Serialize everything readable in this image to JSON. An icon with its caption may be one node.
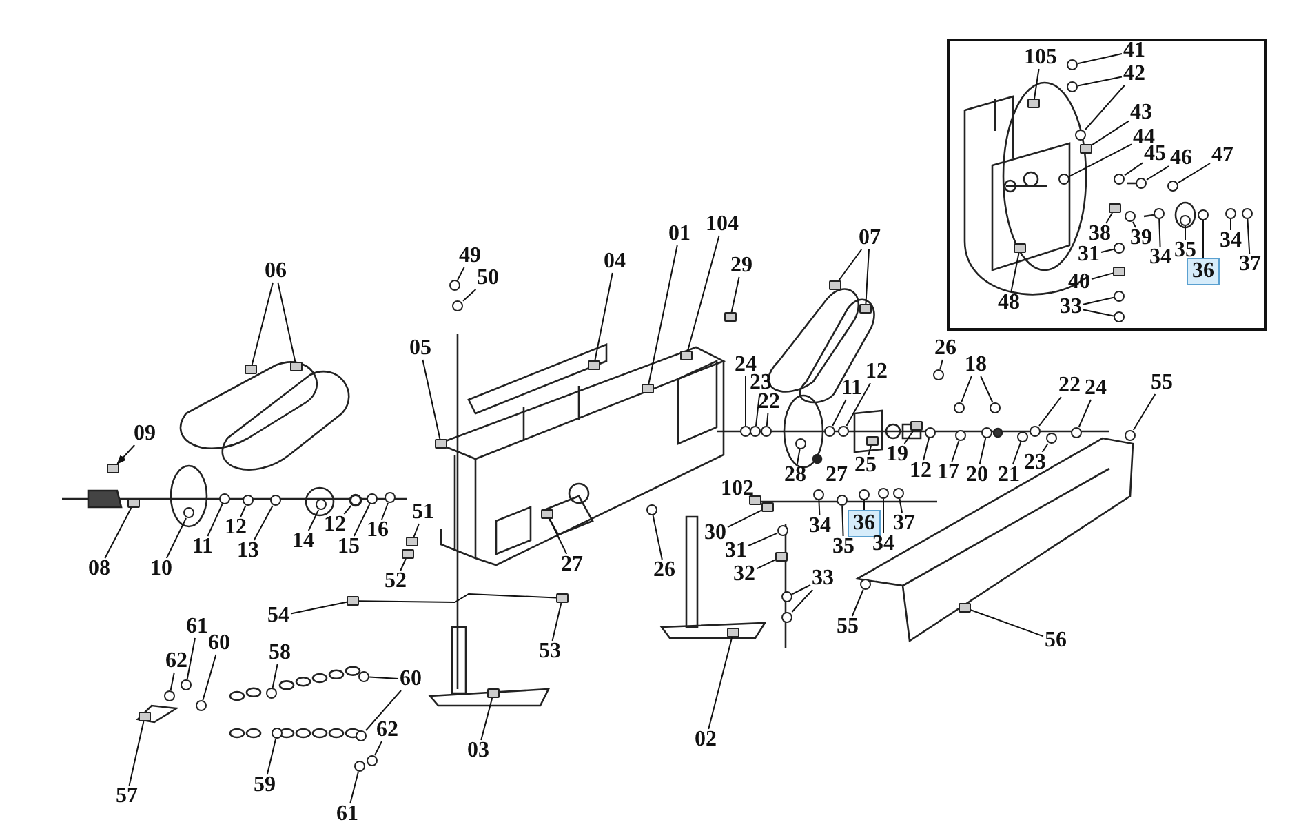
{
  "diagram": {
    "nodes": [
      {
        "text": [
          "06"
        ]
      },
      {
        "text": [
          "49"
        ]
      },
      {
        "text": [
          "50"
        ]
      },
      {
        "text": [
          "04"
        ]
      },
      {
        "text": [
          "01"
        ]
      },
      {
        "text": [
          "104"
        ]
      },
      {
        "text": [
          "29"
        ]
      },
      {
        "text": [
          "07"
        ]
      },
      {
        "text": [
          "05"
        ]
      },
      {
        "text": [
          "26"
        ]
      },
      {
        "text": [
          "24"
        ]
      },
      {
        "text": [
          "23"
        ]
      },
      {
        "text": [
          "22"
        ]
      },
      {
        "text": [
          "18"
        ]
      },
      {
        "text": [
          "11"
        ]
      },
      {
        "text": [
          "12"
        ]
      },
      {
        "text": [
          "22"
        ]
      },
      {
        "text": [
          "24"
        ]
      },
      {
        "text": [
          "55"
        ]
      },
      {
        "text": [
          "09"
        ]
      },
      {
        "text": [
          "08"
        ]
      },
      {
        "text": [
          "10"
        ]
      },
      {
        "text": [
          "11"
        ]
      },
      {
        "text": [
          "12"
        ]
      },
      {
        "text": [
          "13"
        ]
      },
      {
        "text": [
          "14"
        ]
      },
      {
        "text": [
          "12"
        ]
      },
      {
        "text": [
          "15"
        ]
      },
      {
        "text": [
          "16"
        ]
      },
      {
        "text": [
          "51"
        ]
      },
      {
        "text": [
          "25"
        ]
      },
      {
        "text": [
          "19"
        ]
      },
      {
        "text": [
          "12"
        ]
      },
      {
        "text": [
          "17"
        ]
      },
      {
        "text": [
          "20"
        ]
      },
      {
        "text": [
          "21"
        ]
      },
      {
        "text": [
          "23"
        ]
      },
      {
        "text": [
          "28"
        ]
      },
      {
        "text": [
          "102"
        ]
      },
      {
        "text": [
          "30"
        ]
      },
      {
        "text": [
          "31"
        ]
      },
      {
        "text": [
          "32"
        ]
      },
      {
        "text": [
          "33"
        ]
      },
      {
        "text": [
          "34"
        ]
      },
      {
        "text": [
          "36"
        ]
      },
      {
        "text": [
          "37"
        ]
      },
      {
        "text": [
          "35"
        ]
      },
      {
        "text": [
          "34"
        ]
      },
      {
        "text": [
          "26"
        ]
      },
      {
        "text": [
          "52"
        ]
      },
      {
        "text": [
          "27"
        ]
      },
      {
        "text": [
          "54"
        ]
      },
      {
        "text": [
          "53"
        ]
      },
      {
        "text": [
          "55"
        ]
      },
      {
        "text": [
          "56"
        ]
      },
      {
        "text": [
          "61"
        ]
      },
      {
        "text": [
          "60"
        ]
      },
      {
        "text": [
          "62"
        ]
      },
      {
        "text": [
          "58"
        ]
      },
      {
        "text": [
          "60"
        ]
      },
      {
        "text": [
          "62"
        ]
      },
      {
        "text": [
          "03"
        ]
      },
      {
        "text": [
          "02"
        ]
      },
      {
        "text": [
          "59"
        ]
      },
      {
        "text": [
          "57"
        ]
      },
      {
        "text": [
          "61"
        ]
      },
      {
        "text": [],
        "shape": "box"
      },
      {
        "text": [
          "105"
        ],
        "in": 66
      },
      {
        "text": [
          "41"
        ],
        "in": 66
      },
      {
        "text": [
          "42"
        ],
        "in": 66
      },
      {
        "text": [
          "43"
        ],
        "in": 66
      },
      {
        "text": [
          "44"
        ],
        "in": 66
      },
      {
        "text": [
          "45"
        ],
        "in": 66
      },
      {
        "text": [
          "46"
        ],
        "in": 66
      },
      {
        "text": [
          "47"
        ],
        "in": 66
      },
      {
        "text": [
          "38"
        ],
        "in": 66
      },
      {
        "text": [
          "39"
        ],
        "in": 66
      },
      {
        "text": [
          "31"
        ],
        "in": 66
      },
      {
        "text": [
          "34"
        ],
        "in": 66
      },
      {
        "text": [
          "35"
        ],
        "in": 66
      },
      {
        "text": [
          "36"
        ],
        "in": 66
      },
      {
        "text": [
          "34"
        ],
        "in": 66
      },
      {
        "text": [
          "37"
        ],
        "in": 66
      },
      {
        "text": [
          "40"
        ],
        "in": 66
      },
      {
        "text": [
          "33"
        ],
        "in": 66
      },
      {
        "text": [
          "48"
        ],
        "in": 66
      },
      {
        "text": [],
        "shape": "box"
      },
      {
        "text": [],
        "shape": "box"
      },
      {
        "text": [],
        "shape": "circle"
      },
      {
        "text": [],
        "shape": "circle"
      },
      {
        "text": [],
        "shape": "box"
      },
      {
        "text": [],
        "shape": "box"
      },
      {
        "text": [],
        "shape": "box"
      },
      {
        "text": [],
        "shape": "box"
      },
      {
        "text": [],
        "shape": "box"
      },
      {
        "text": [],
        "shape": "box"
      },
      {
        "text": [],
        "shape": "box"
      },
      {
        "text": [],
        "shape": "circle"
      },
      {
        "text": [],
        "shape": "circle"
      },
      {
        "text": [],
        "shape": "circle"
      },
      {
        "text": [],
        "shape": "circle"
      },
      {
        "text": [],
        "shape": "circle"
      },
      {
        "text": [],
        "shape": "circle"
      },
      {
        "text": [],
        "shape": "circle"
      },
      {
        "text": [],
        "shape": "circle"
      },
      {
        "text": [],
        "shape": "circle"
      },
      {
        "text": [],
        "shape": "circle"
      },
      {
        "text": [],
        "shape": "circle"
      },
      {
        "text": [],
        "shape": "box"
      },
      {
        "text": [],
        "shape": "box"
      },
      {
        "text": [],
        "shape": "circle"
      },
      {
        "text": [],
        "shape": "circle"
      },
      {
        "text": [],
        "shape": "circle"
      },
      {
        "text": [],
        "shape": "circle"
      },
      {
        "text": [],
        "shape": "circle"
      },
      {
        "text": [],
        "shape": "circle"
      },
      {
        "text": [],
        "shape": "circle"
      },
      {
        "text": [],
        "shape": "circle"
      },
      {
        "text": [],
        "shape": "box"
      },
      {
        "text": [],
        "shape": "box"
      },
      {
        "text": [],
        "shape": "box"
      },
      {
        "text": [],
        "shape": "circle"
      },
      {
        "text": [],
        "shape": "circle"
      },
      {
        "text": [],
        "shape": "circle"
      },
      {
        "text": [],
        "shape": "circle"
      },
      {
        "text": [],
        "shape": "circle"
      },
      {
        "text": [],
        "shape": "circle"
      },
      {
        "text": [],
        "shape": "box"
      },
      {
        "text": [],
        "shape": "box"
      },
      {
        "text": [],
        "shape": "circle"
      },
      {
        "text": [],
        "shape": "box"
      },
      {
        "text": [],
        "shape": "circle"
      },
      {
        "text": [],
        "shape": "circle"
      },
      {
        "text": [],
        "shape": "circle"
      },
      {
        "text": [],
        "shape": "circle"
      },
      {
        "text": [],
        "shape": "circle"
      },
      {
        "text": [],
        "shape": "circle"
      },
      {
        "text": [],
        "shape": "circle"
      },
      {
        "text": [],
        "shape": "circle"
      },
      {
        "text": [],
        "shape": "box"
      },
      {
        "text": [],
        "shape": "box"
      },
      {
        "text": [],
        "shape": "box"
      },
      {
        "text": [],
        "shape": "box"
      },
      {
        "text": [],
        "shape": "circle"
      },
      {
        "text": [],
        "shape": "box"
      },
      {
        "text": [],
        "shape": "circle"
      },
      {
        "text": [],
        "shape": "circle"
      },
      {
        "text": [],
        "shape": "circle"
      },
      {
        "text": [],
        "shape": "circle"
      },
      {
        "text": [],
        "shape": "circle"
      },
      {
        "text": [],
        "shape": "circle"
      },
      {
        "text": [],
        "shape": "circle"
      },
      {
        "text": [],
        "shape": "box"
      },
      {
        "text": [],
        "shape": "box"
      },
      {
        "text": [],
        "shape": "circle"
      },
      {
        "text": [],
        "shape": "box"
      },
      {
        "text": [],
        "shape": "circle"
      },
      {
        "text": [],
        "shape": "box",
        "in": 66
      },
      {
        "text": [],
        "shape": "circle",
        "in": 66
      },
      {
        "text": [],
        "shape": "circle",
        "in": 66
      },
      {
        "text": [],
        "shape": "circle",
        "in": 66
      },
      {
        "text": [],
        "shape": "box",
        "in": 66
      },
      {
        "text": [],
        "shape": "circle",
        "in": 66
      },
      {
        "text": [],
        "shape": "circle",
        "in": 66
      },
      {
        "text": [],
        "shape": "circle",
        "in": 66
      },
      {
        "text": [],
        "shape": "circle",
        "in": 66
      },
      {
        "text": [],
        "shape": "box",
        "in": 66
      },
      {
        "text": [],
        "shape": "circle",
        "in": 66
      },
      {
        "text": [],
        "shape": "circle",
        "in": 66
      },
      {
        "text": [],
        "shape": "circle",
        "in": 66
      },
      {
        "text": [],
        "shape": "circle",
        "in": 66
      },
      {
        "text": [],
        "shape": "circle",
        "in": 66
      },
      {
        "text": [],
        "shape": "circle",
        "in": 66
      },
      {
        "text": [],
        "shape": "circle",
        "in": 66
      },
      {
        "text": [],
        "shape": "box",
        "in": 66
      },
      {
        "text": [],
        "shape": "circle",
        "in": 66
      },
      {
        "text": [],
        "shape": "circle",
        "in": 66
      },
      {
        "text": [],
        "shape": "box",
        "in": 66
      }
    ],
    "edges": [
      {
        "from": 0,
        "to": 86,
        "arrow": "none"
      },
      {
        "from": 0,
        "to": 87,
        "arrow": "none"
      },
      {
        "from": 1,
        "to": 88,
        "arrow": "none"
      },
      {
        "from": 2,
        "to": 89,
        "arrow": "none"
      },
      {
        "from": 3,
        "to": 90,
        "arrow": "none"
      },
      {
        "from": 4,
        "to": 91,
        "arrow": "none"
      },
      {
        "from": 5,
        "to": 92,
        "arrow": "none"
      },
      {
        "from": 6,
        "to": 93,
        "arrow": "none"
      },
      {
        "from": 7,
        "to": 94,
        "arrow": "none"
      },
      {
        "from": 7,
        "to": 95,
        "arrow": "none"
      },
      {
        "from": 8,
        "to": 96,
        "arrow": "none"
      },
      {
        "from": 9,
        "to": 97,
        "arrow": "none"
      },
      {
        "from": 10,
        "to": 98,
        "arrow": "none"
      },
      {
        "from": 11,
        "to": 99,
        "arrow": "none"
      },
      {
        "from": 12,
        "to": 100,
        "arrow": "none"
      },
      {
        "from": 13,
        "to": 101,
        "arrow": "none"
      },
      {
        "from": 13,
        "to": 102,
        "arrow": "none"
      },
      {
        "from": 14,
        "to": 103,
        "arrow": "none"
      },
      {
        "from": 15,
        "to": 104,
        "arrow": "none"
      },
      {
        "from": 16,
        "to": 105,
        "arrow": "none"
      },
      {
        "from": 17,
        "to": 106,
        "arrow": "none"
      },
      {
        "from": 18,
        "to": 107,
        "arrow": "none"
      },
      {
        "from": 19,
        "to": 108,
        "arrow": "to"
      },
      {
        "from": 20,
        "to": 109,
        "arrow": "none"
      },
      {
        "from": 21,
        "to": 110,
        "arrow": "none"
      },
      {
        "from": 22,
        "to": 111,
        "arrow": "none"
      },
      {
        "from": 23,
        "to": 112,
        "arrow": "none"
      },
      {
        "from": 24,
        "to": 113,
        "arrow": "none"
      },
      {
        "from": 25,
        "to": 114,
        "arrow": "none"
      },
      {
        "from": 26,
        "to": 115,
        "arrow": "none"
      },
      {
        "from": 27,
        "to": 116,
        "arrow": "none"
      },
      {
        "from": 28,
        "to": 117,
        "arrow": "none"
      },
      {
        "from": 29,
        "to": 118,
        "arrow": "none"
      },
      {
        "from": 30,
        "to": 119,
        "arrow": "none"
      },
      {
        "from": 31,
        "to": 120,
        "arrow": "none"
      },
      {
        "from": 32,
        "to": 121,
        "arrow": "none"
      },
      {
        "from": 33,
        "to": 122,
        "arrow": "none"
      },
      {
        "from": 34,
        "to": 123,
        "arrow": "none"
      },
      {
        "from": 35,
        "to": 124,
        "arrow": "none"
      },
      {
        "from": 36,
        "to": 125,
        "arrow": "none"
      },
      {
        "from": 37,
        "to": 126,
        "arrow": "none"
      },
      {
        "from": 38,
        "to": 127,
        "arrow": "none"
      },
      {
        "from": 39,
        "to": 128,
        "arrow": "none"
      },
      {
        "from": 40,
        "to": 129,
        "arrow": "none"
      },
      {
        "from": 41,
        "to": 130,
        "arrow": "none"
      },
      {
        "from": 42,
        "to": 131,
        "arrow": "none"
      },
      {
        "from": 42,
        "to": 132,
        "arrow": "none"
      },
      {
        "from": 43,
        "to": 133,
        "arrow": "none"
      },
      {
        "from": 44,
        "to": 134,
        "arrow": "none"
      },
      {
        "from": 45,
        "to": 135,
        "arrow": "none"
      },
      {
        "from": 46,
        "to": 136,
        "arrow": "none"
      },
      {
        "from": 47,
        "to": 137,
        "arrow": "none"
      },
      {
        "from": 48,
        "to": 138,
        "arrow": "none"
      },
      {
        "from": 49,
        "to": 139,
        "arrow": "none"
      },
      {
        "from": 50,
        "to": 140,
        "arrow": "none"
      },
      {
        "from": 51,
        "to": 141,
        "arrow": "none"
      },
      {
        "from": 52,
        "to": 142,
        "arrow": "none"
      },
      {
        "from": 53,
        "to": 143,
        "arrow": "none"
      },
      {
        "from": 54,
        "to": 144,
        "arrow": "none"
      },
      {
        "from": 55,
        "to": 145,
        "arrow": "none"
      },
      {
        "from": 56,
        "to": 146,
        "arrow": "none"
      },
      {
        "from": 57,
        "to": 147,
        "arrow": "none"
      },
      {
        "from": 58,
        "to": 148,
        "arrow": "none"
      },
      {
        "from": 59,
        "to": 149,
        "arrow": "none"
      },
      {
        "from": 59,
        "to": 150,
        "arrow": "none"
      },
      {
        "from": 60,
        "to": 151,
        "arrow": "none"
      },
      {
        "from": 61,
        "to": 152,
        "arrow": "none"
      },
      {
        "from": 62,
        "to": 153,
        "arrow": "none"
      },
      {
        "from": 63,
        "to": 154,
        "arrow": "none"
      },
      {
        "from": 64,
        "to": 155,
        "arrow": "none"
      },
      {
        "from": 65,
        "to": 156,
        "arrow": "none"
      },
      {
        "from": 67,
        "to": 157,
        "arrow": "none"
      },
      {
        "from": 68,
        "to": 158,
        "arrow": "none"
      },
      {
        "from": 69,
        "to": 159,
        "arrow": "none"
      },
      {
        "from": 69,
        "to": 160,
        "arrow": "none"
      },
      {
        "from": 70,
        "to": 161,
        "arrow": "none"
      },
      {
        "from": 71,
        "to": 162,
        "arrow": "none"
      },
      {
        "from": 72,
        "to": 163,
        "arrow": "none"
      },
      {
        "from": 73,
        "to": 164,
        "arrow": "none"
      },
      {
        "from": 74,
        "to": 165,
        "arrow": "none"
      },
      {
        "from": 75,
        "to": 166,
        "arrow": "none"
      },
      {
        "from": 76,
        "to": 167,
        "arrow": "none"
      },
      {
        "from": 77,
        "to": 168,
        "arrow": "none"
      },
      {
        "from": 78,
        "to": 169,
        "arrow": "none"
      },
      {
        "from": 79,
        "to": 170,
        "arrow": "none"
      },
      {
        "from": 80,
        "to": 171,
        "arrow": "none"
      },
      {
        "from": 81,
        "to": 172,
        "arrow": "none"
      },
      {
        "from": 82,
        "to": 173,
        "arrow": "none"
      },
      {
        "from": 83,
        "to": 174,
        "arrow": "none"
      },
      {
        "from": 84,
        "to": 175,
        "arrow": "none"
      },
      {
        "from": 84,
        "to": 176,
        "arrow": "none"
      },
      {
        "from": 85,
        "to": 177,
        "arrow": "none"
      },
      {
        "from": 141,
        "to": 142,
        "arrow": "none"
      }
    ],
    "labels": [
      "27"
    ]
  }
}
